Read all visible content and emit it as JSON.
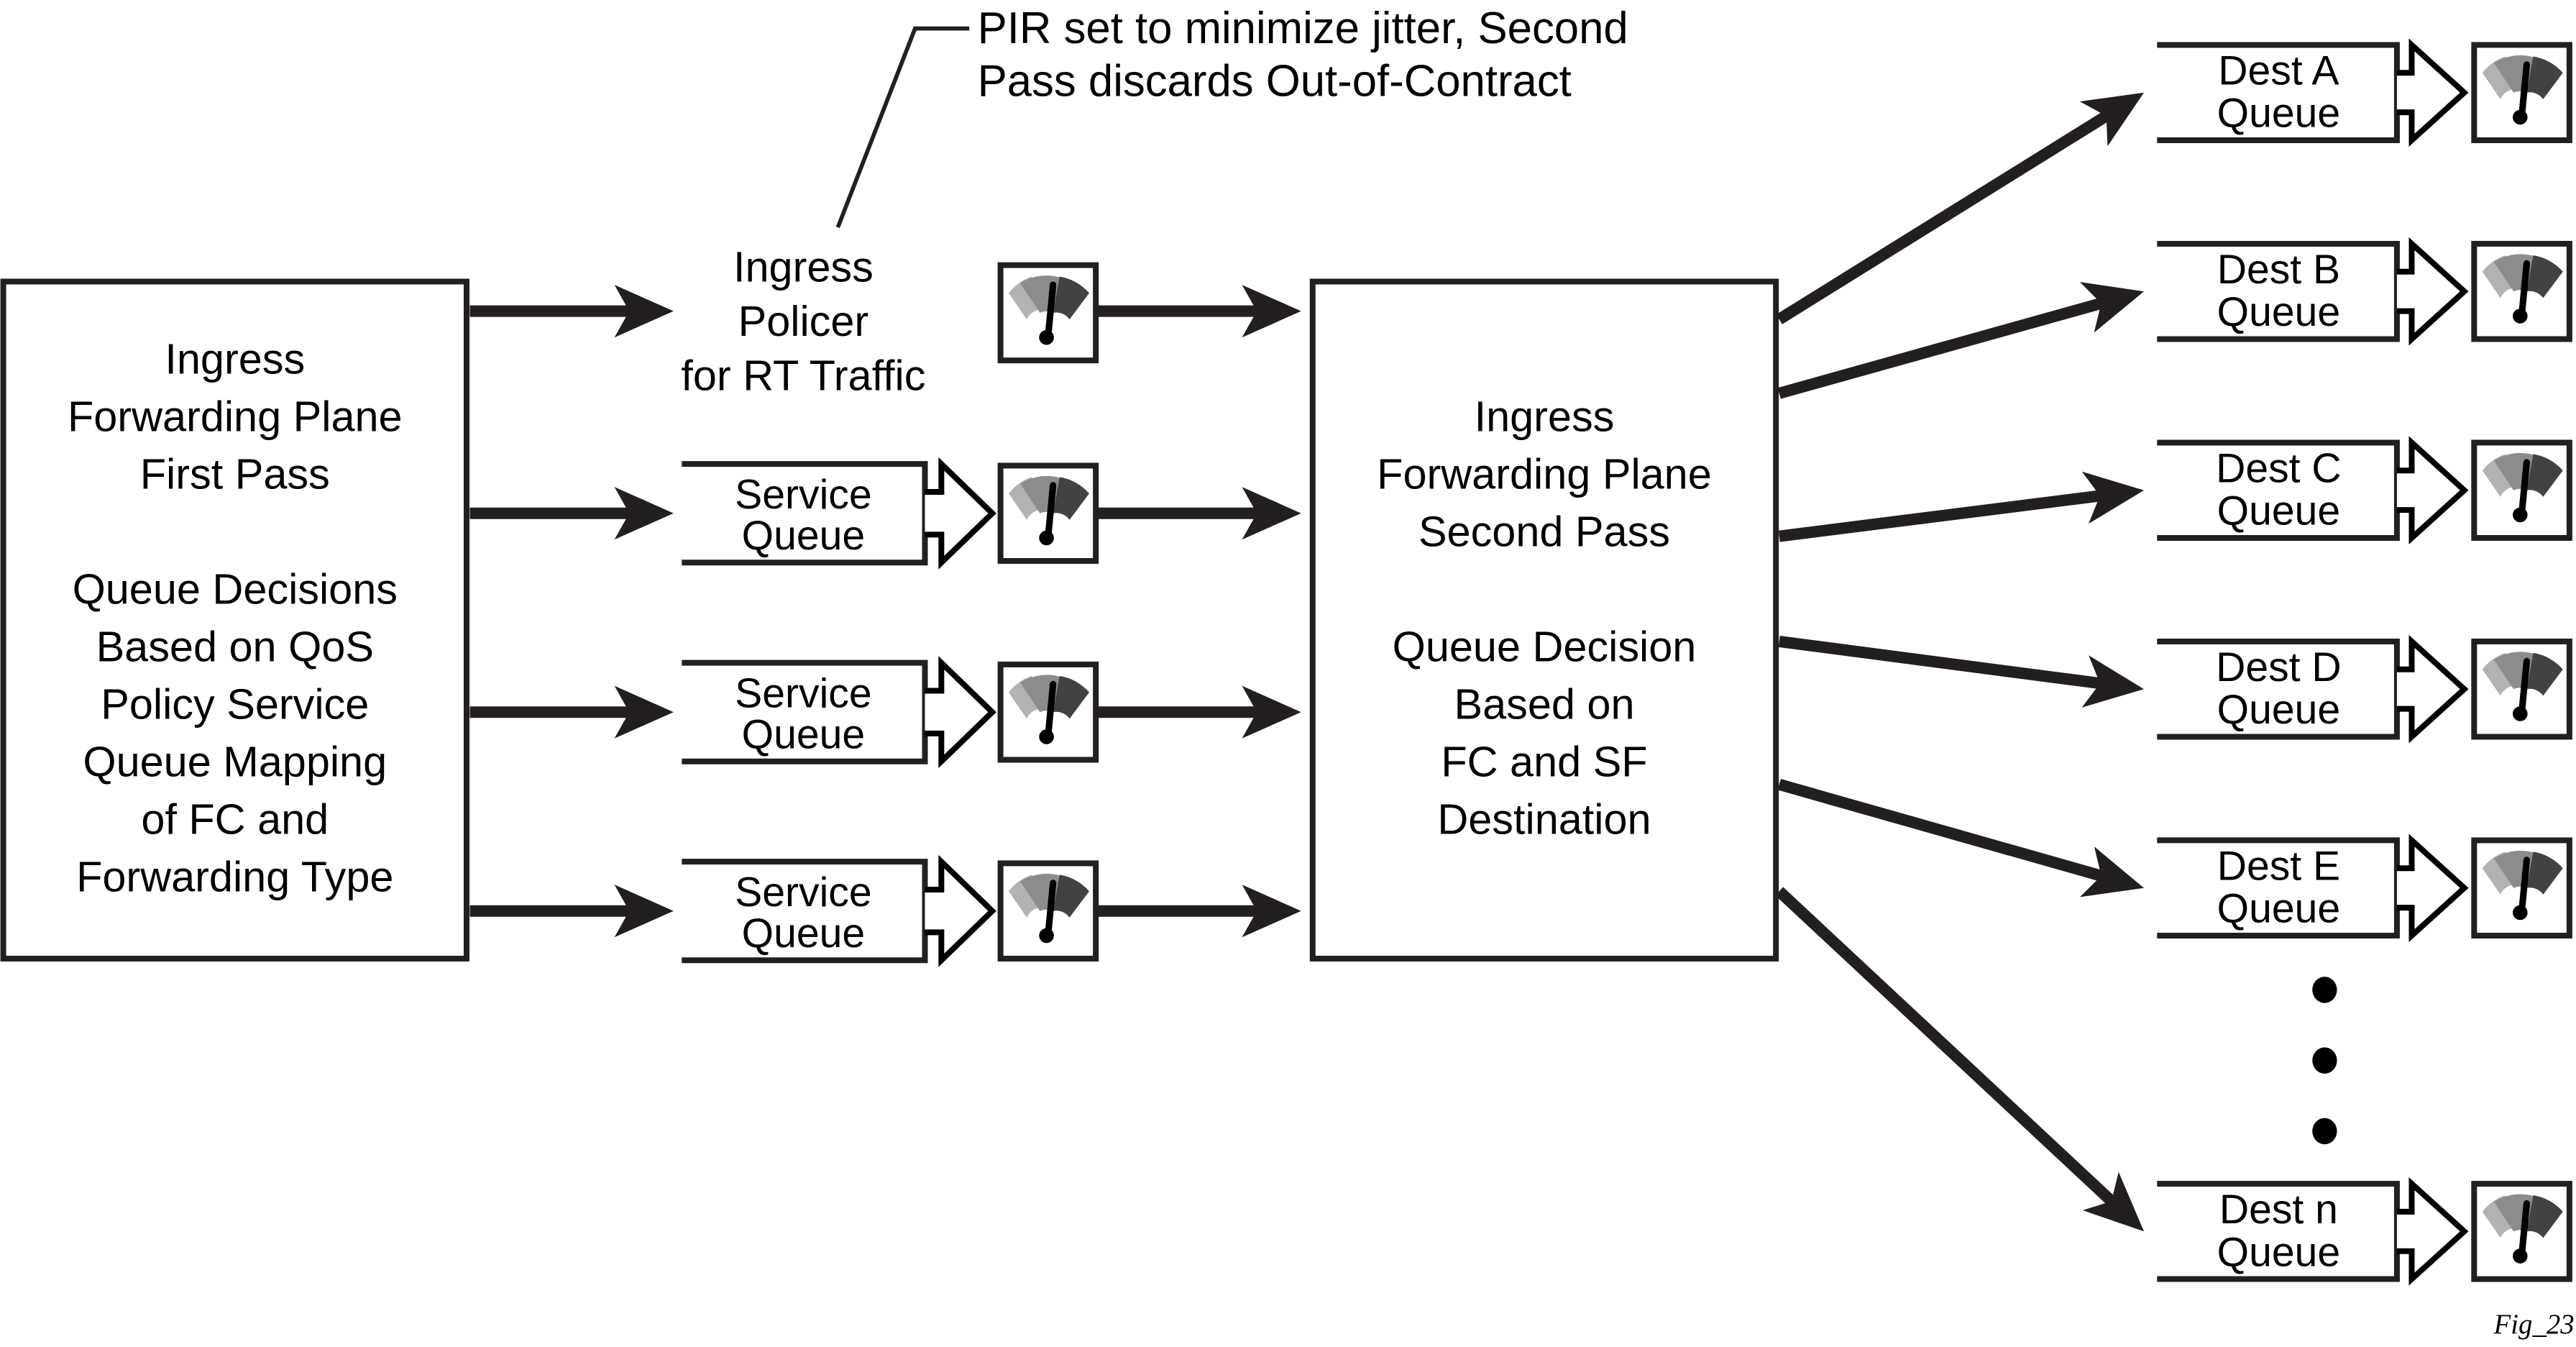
{
  "diagram": {
    "first_pass_box": {
      "lines": [
        "Ingress",
        "Forwarding Plane",
        "First Pass",
        "",
        "Queue Decisions",
        "Based on QoS",
        "Policy Service",
        "Queue Mapping",
        "of FC and",
        "Forwarding Type"
      ]
    },
    "second_pass_box": {
      "lines": [
        "Ingress",
        "Forwarding Plane",
        "Second Pass",
        "",
        "Queue Decision",
        "Based on",
        "FC and SF",
        "Destination"
      ]
    },
    "policer": {
      "lines": [
        "Ingress",
        "Policer",
        "for RT Traffic"
      ]
    },
    "callout": {
      "lines": [
        "PIR set to minimize jitter, Second",
        "Pass discards Out-of-Contract"
      ]
    },
    "service_queues": [
      {
        "line1": "Service",
        "line2": "Queue"
      },
      {
        "line1": "Service",
        "line2": "Queue"
      },
      {
        "line1": "Service",
        "line2": "Queue"
      }
    ],
    "dest_queues": [
      {
        "line1": "Dest A",
        "line2": "Queue"
      },
      {
        "line1": "Dest B",
        "line2": "Queue"
      },
      {
        "line1": "Dest C",
        "line2": "Queue"
      },
      {
        "line1": "Dest D",
        "line2": "Queue"
      },
      {
        "line1": "Dest E",
        "line2": "Queue"
      },
      {
        "line1": "Dest n",
        "line2": "Queue"
      }
    ],
    "icons": {
      "meter": "meter-gauge-icon",
      "ellipsis": "vertical-ellipsis"
    },
    "colors": {
      "stroke": "#231f20",
      "gauge_light": "#b1b2b1",
      "gauge_mid": "#8b8c8b",
      "gauge_dark": "#414342"
    },
    "figure_label": "Fig_23"
  }
}
